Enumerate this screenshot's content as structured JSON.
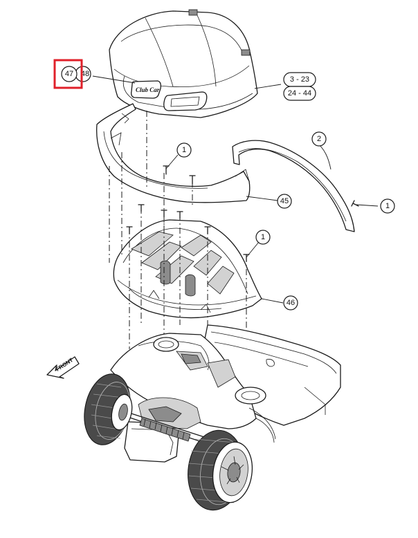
{
  "diagram": {
    "callouts": {
      "c47": "47",
      "c48": "48",
      "c3_23": "3 - 23",
      "c24_44": "24 - 44",
      "c2": "2",
      "c1_top": "1",
      "c1_right": "1",
      "c1_mid": "1",
      "c45": "45",
      "c46": "46"
    },
    "logo_text": "Club Car",
    "front_arrow_text": "FRONT",
    "highlight_color": "#e0202a",
    "highlighted_callout": "47"
  }
}
